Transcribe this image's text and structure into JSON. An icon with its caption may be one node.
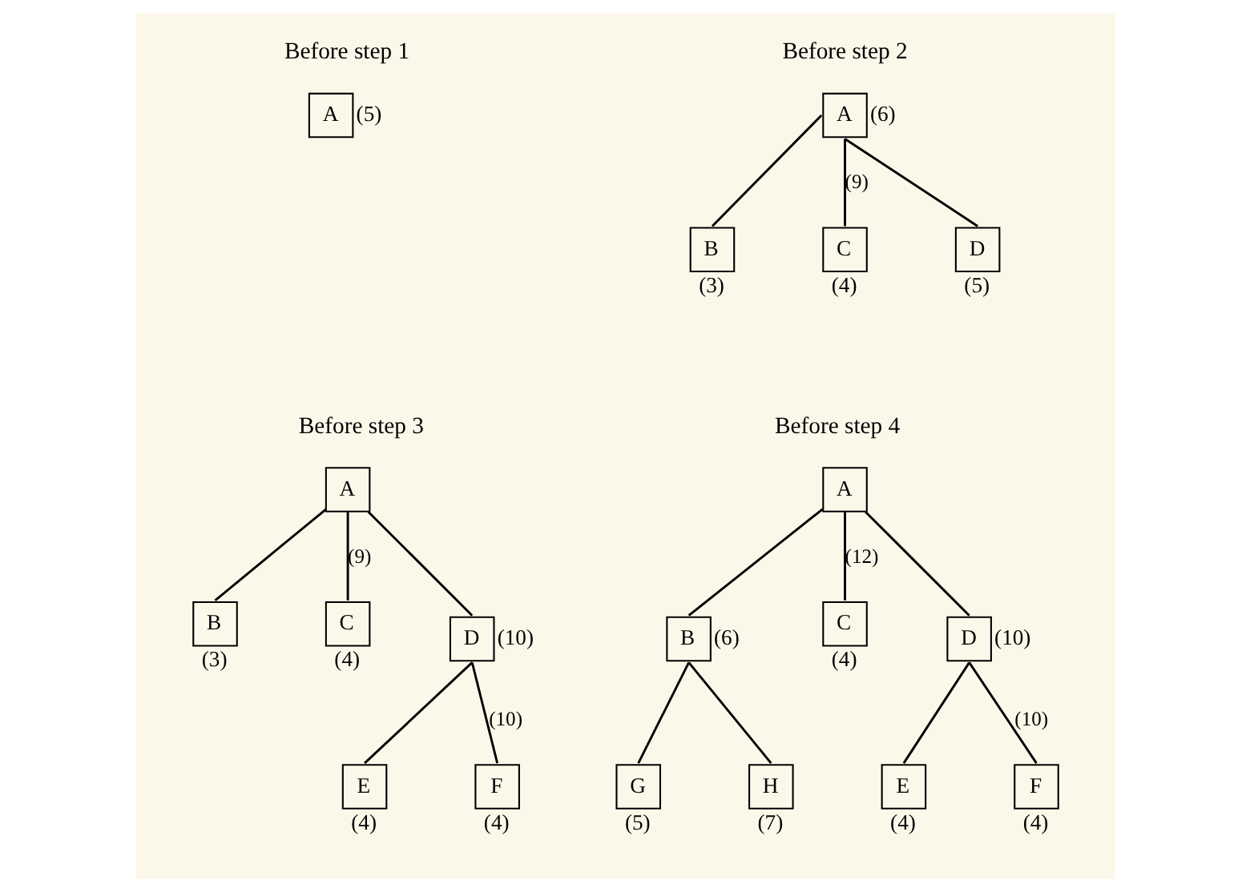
{
  "diagram": {
    "nodes": [
      {
        "text": [
          "A"
        ],
        "beside": [
          "(5)"
        ]
      },
      {
        "text": [
          "A"
        ],
        "beside": [
          "(6)"
        ]
      },
      {
        "text": [
          "B"
        ],
        "beside": [
          "(3)"
        ]
      },
      {
        "text": [
          "C"
        ],
        "beside": [
          "(4)"
        ]
      },
      {
        "text": [
          "D"
        ],
        "beside": [
          "(5)"
        ]
      },
      {
        "text": [
          "A"
        ]
      },
      {
        "text": [
          "B"
        ],
        "beside": [
          "(3)"
        ]
      },
      {
        "text": [
          "C"
        ],
        "beside": [
          "(4)"
        ]
      },
      {
        "text": [
          "D"
        ],
        "beside": [
          "(10)"
        ]
      },
      {
        "text": [
          "E"
        ],
        "beside": [
          "(4)"
        ]
      },
      {
        "text": [
          "F"
        ],
        "beside": [
          "(4)"
        ]
      },
      {
        "text": [
          "A"
        ]
      },
      {
        "text": [
          "B"
        ],
        "beside": [
          "(6)"
        ]
      },
      {
        "text": [
          "C"
        ],
        "beside": [
          "(4)"
        ]
      },
      {
        "text": [
          "D"
        ],
        "beside": [
          "(10)"
        ]
      },
      {
        "text": [
          "G"
        ],
        "beside": [
          "(5)"
        ]
      },
      {
        "text": [
          "H"
        ],
        "beside": [
          "(7)"
        ]
      },
      {
        "text": [
          "E"
        ],
        "beside": [
          "(4)"
        ]
      },
      {
        "text": [
          "F"
        ],
        "beside": [
          "(4)"
        ]
      }
    ],
    "edges": [
      {
        "from": 1,
        "to": 2,
        "arrow": "none"
      },
      {
        "from": 1,
        "to": 3,
        "arrow": "none",
        "label": "(9)"
      },
      {
        "from": 1,
        "to": 4,
        "arrow": "none"
      },
      {
        "from": 5,
        "to": 6,
        "arrow": "none"
      },
      {
        "from": 5,
        "to": 7,
        "arrow": "none",
        "label": "(9)"
      },
      {
        "from": 5,
        "to": 8,
        "arrow": "none"
      },
      {
        "from": 8,
        "to": 9,
        "arrow": "none"
      },
      {
        "from": 8,
        "to": 10,
        "arrow": "none",
        "label": "(10)"
      },
      {
        "from": 11,
        "to": 12,
        "arrow": "none"
      },
      {
        "from": 11,
        "to": 13,
        "arrow": "none",
        "label": "(12)"
      },
      {
        "from": 11,
        "to": 14,
        "arrow": "none"
      },
      {
        "from": 12,
        "to": 15,
        "arrow": "none"
      },
      {
        "from": 12,
        "to": 16,
        "arrow": "none"
      },
      {
        "from": 14,
        "to": 17,
        "arrow": "none"
      },
      {
        "from": 14,
        "to": 18,
        "arrow": "none",
        "label": "(10)"
      }
    ],
    "labels": [
      "Before step 1",
      "Before step 2",
      "Before step 3",
      "Before step 4"
    ]
  }
}
